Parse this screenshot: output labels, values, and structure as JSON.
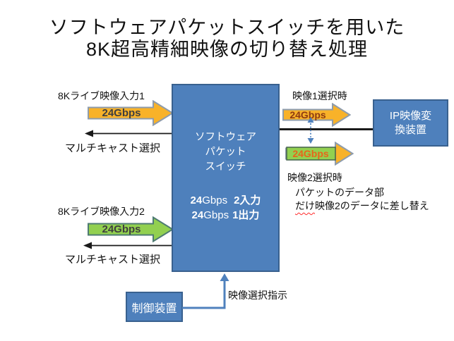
{
  "title": {
    "line1": "ソフトウェアパケットスイッチを用いた",
    "line2": "8K超高精細映像の切り替え処理"
  },
  "inputs": {
    "input1_label": "8Kライブ映像入力1",
    "input1_rate": "24Gbps",
    "input1_return": "マルチキャスト選択",
    "input2_label": "8Kライブ映像入力2",
    "input2_rate": "24Gbps",
    "input2_return": "マルチキャスト選択"
  },
  "switch_box": {
    "name_line1": "ソフトウェア",
    "name_line2": "パケット",
    "name_line3": "スイッチ",
    "spec1_num": "24",
    "spec1_unit": "Gbps",
    "spec1_io": "2入力",
    "spec2_num": "24",
    "spec2_unit": "Gbps",
    "spec2_io": "1出力"
  },
  "output": {
    "video1_label": "映像1選択時",
    "video1_rate": "24Gbps",
    "video2_label": "映像2選択時",
    "video2_rate": "24Gbps",
    "note_line1": "パケットのデータ部",
    "note_line2_wavy": "だけ",
    "note_line2_rest": "映像2のデータに差し替え",
    "converter_line1": "IP映像変",
    "converter_line2": "換装置"
  },
  "control": {
    "box_label": "制御装置",
    "signal_label": "映像選択指示"
  },
  "colors": {
    "text_black": "#111111",
    "box_fill": "#4E80BC",
    "box_border": "#39618F",
    "box_text": "#FFFFFF",
    "arrow_orange": "#F8B229",
    "arrow_orange_border": "#8E9CAC",
    "arrow_green": "#92D050",
    "arrow_green_border": "#4E7B72",
    "green_rect_border": "#44624A",
    "line_black": "#1A1A1A",
    "connector_blue": "#4F81BD",
    "rate_dark": "#3F3F3F",
    "rate_red": "#8E3B12",
    "rate_orange": "#E8641B",
    "squiggle_red": "#FF2A2A"
  }
}
